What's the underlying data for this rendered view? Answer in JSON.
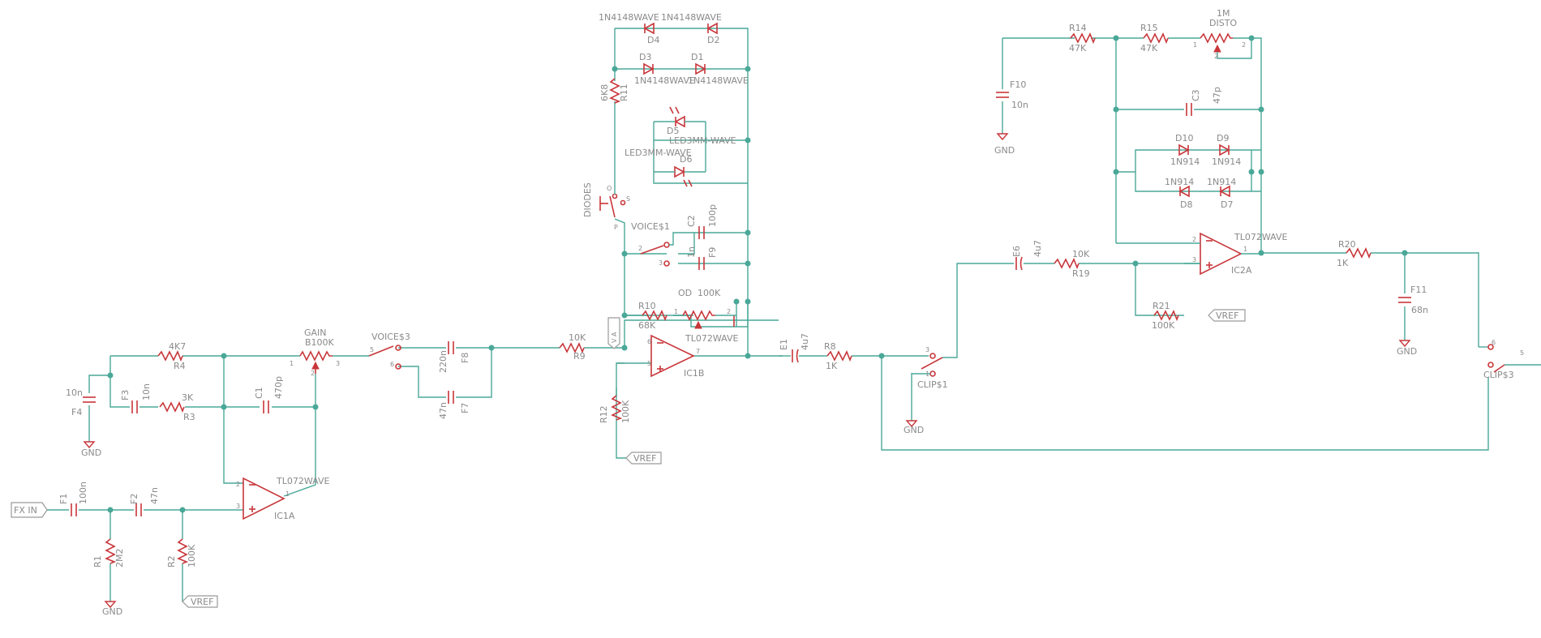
{
  "ports": {
    "fx_in": "FX IN",
    "vref": "VREF",
    "va": "V A"
  },
  "ground_label": "GND",
  "opamps": {
    "ic1a": {
      "name": "IC1A",
      "part": "TL072WAVE"
    },
    "ic1b": {
      "name": "IC1B",
      "part": "TL072WAVE"
    },
    "ic2a": {
      "name": "IC2A",
      "part": "TL072WAVE"
    }
  },
  "capacitors": {
    "f1": {
      "name": "F1",
      "value": "100n"
    },
    "f2": {
      "name": "F2",
      "value": "47n"
    },
    "f3": {
      "name": "F3",
      "value": "10n"
    },
    "f4": {
      "name": "F4",
      "value": "10n"
    },
    "c1": {
      "name": "C1",
      "value": "470p"
    },
    "f8": {
      "name": "F8",
      "value": "220n"
    },
    "f7": {
      "name": "F7",
      "value": "47n"
    },
    "c2": {
      "name": "C2",
      "value": "100p"
    },
    "f9": {
      "name": "F9",
      "value": "1n"
    },
    "e1": {
      "name": "E1",
      "value": "4u7"
    },
    "e6": {
      "name": "E6",
      "value": "4u7"
    },
    "f10": {
      "name": "F10",
      "value": "10n"
    },
    "c3": {
      "name": "C3",
      "value": "47p"
    },
    "f11": {
      "name": "F11",
      "value": "68n"
    }
  },
  "resistors": {
    "r1": {
      "name": "R1",
      "value": "2M2"
    },
    "r2": {
      "name": "R2",
      "value": "100K"
    },
    "r3": {
      "name": "R3",
      "value": "3K"
    },
    "r4": {
      "name": "R4",
      "value": "4K7"
    },
    "r9": {
      "name": "R9",
      "value": "10K"
    },
    "r10": {
      "name": "R10",
      "value": "68K"
    },
    "r11": {
      "name": "R11",
      "value": "6K8"
    },
    "r12": {
      "name": "R12",
      "value": "100K"
    },
    "r8": {
      "name": "R8",
      "value": "1K"
    },
    "r19": {
      "name": "R19",
      "value": "10K"
    },
    "r21": {
      "name": "R21",
      "value": "100K"
    },
    "r14": {
      "name": "R14",
      "value": "47K"
    },
    "r15": {
      "name": "R15",
      "value": "47K"
    },
    "r20": {
      "name": "R20",
      "value": "1K"
    }
  },
  "pots": {
    "gain": {
      "name": "GAIN",
      "value": "B100K"
    },
    "od": {
      "name": "OD",
      "value": "100K"
    },
    "disto": {
      "name": "DISTO",
      "value": "1M"
    }
  },
  "switches": {
    "voice3": "VOICE$3",
    "voice1": "VOICE$1",
    "diodes": "DIODES",
    "clip1": "CLIP$1",
    "clip3": "CLIP$3"
  },
  "diodes": {
    "d4": {
      "name": "D4",
      "part": "1N4148WAVE"
    },
    "d2": {
      "name": "D2",
      "part": "1N4148WAVE"
    },
    "d3": {
      "name": "D3",
      "part": "1N4148WAVE"
    },
    "d1": {
      "name": "D1",
      "part": "1N4148WAVE"
    },
    "d5": {
      "name": "D5",
      "part": "LED3MM-WAVE"
    },
    "d6": {
      "name": "D6",
      "part": "LED3MM-WAVE"
    },
    "d10": {
      "name": "D10",
      "part": "1N914"
    },
    "d9": {
      "name": "D9",
      "part": "1N914"
    },
    "d8": {
      "name": "D8",
      "part": "1N914"
    },
    "d7": {
      "name": "D7",
      "part": "1N914"
    }
  },
  "pins": {
    "p1": "1",
    "p2": "2",
    "p3": "3",
    "p5": "5",
    "p6": "6",
    "p7": "7",
    "po": "O",
    "pp": "P",
    "ps": "S"
  }
}
